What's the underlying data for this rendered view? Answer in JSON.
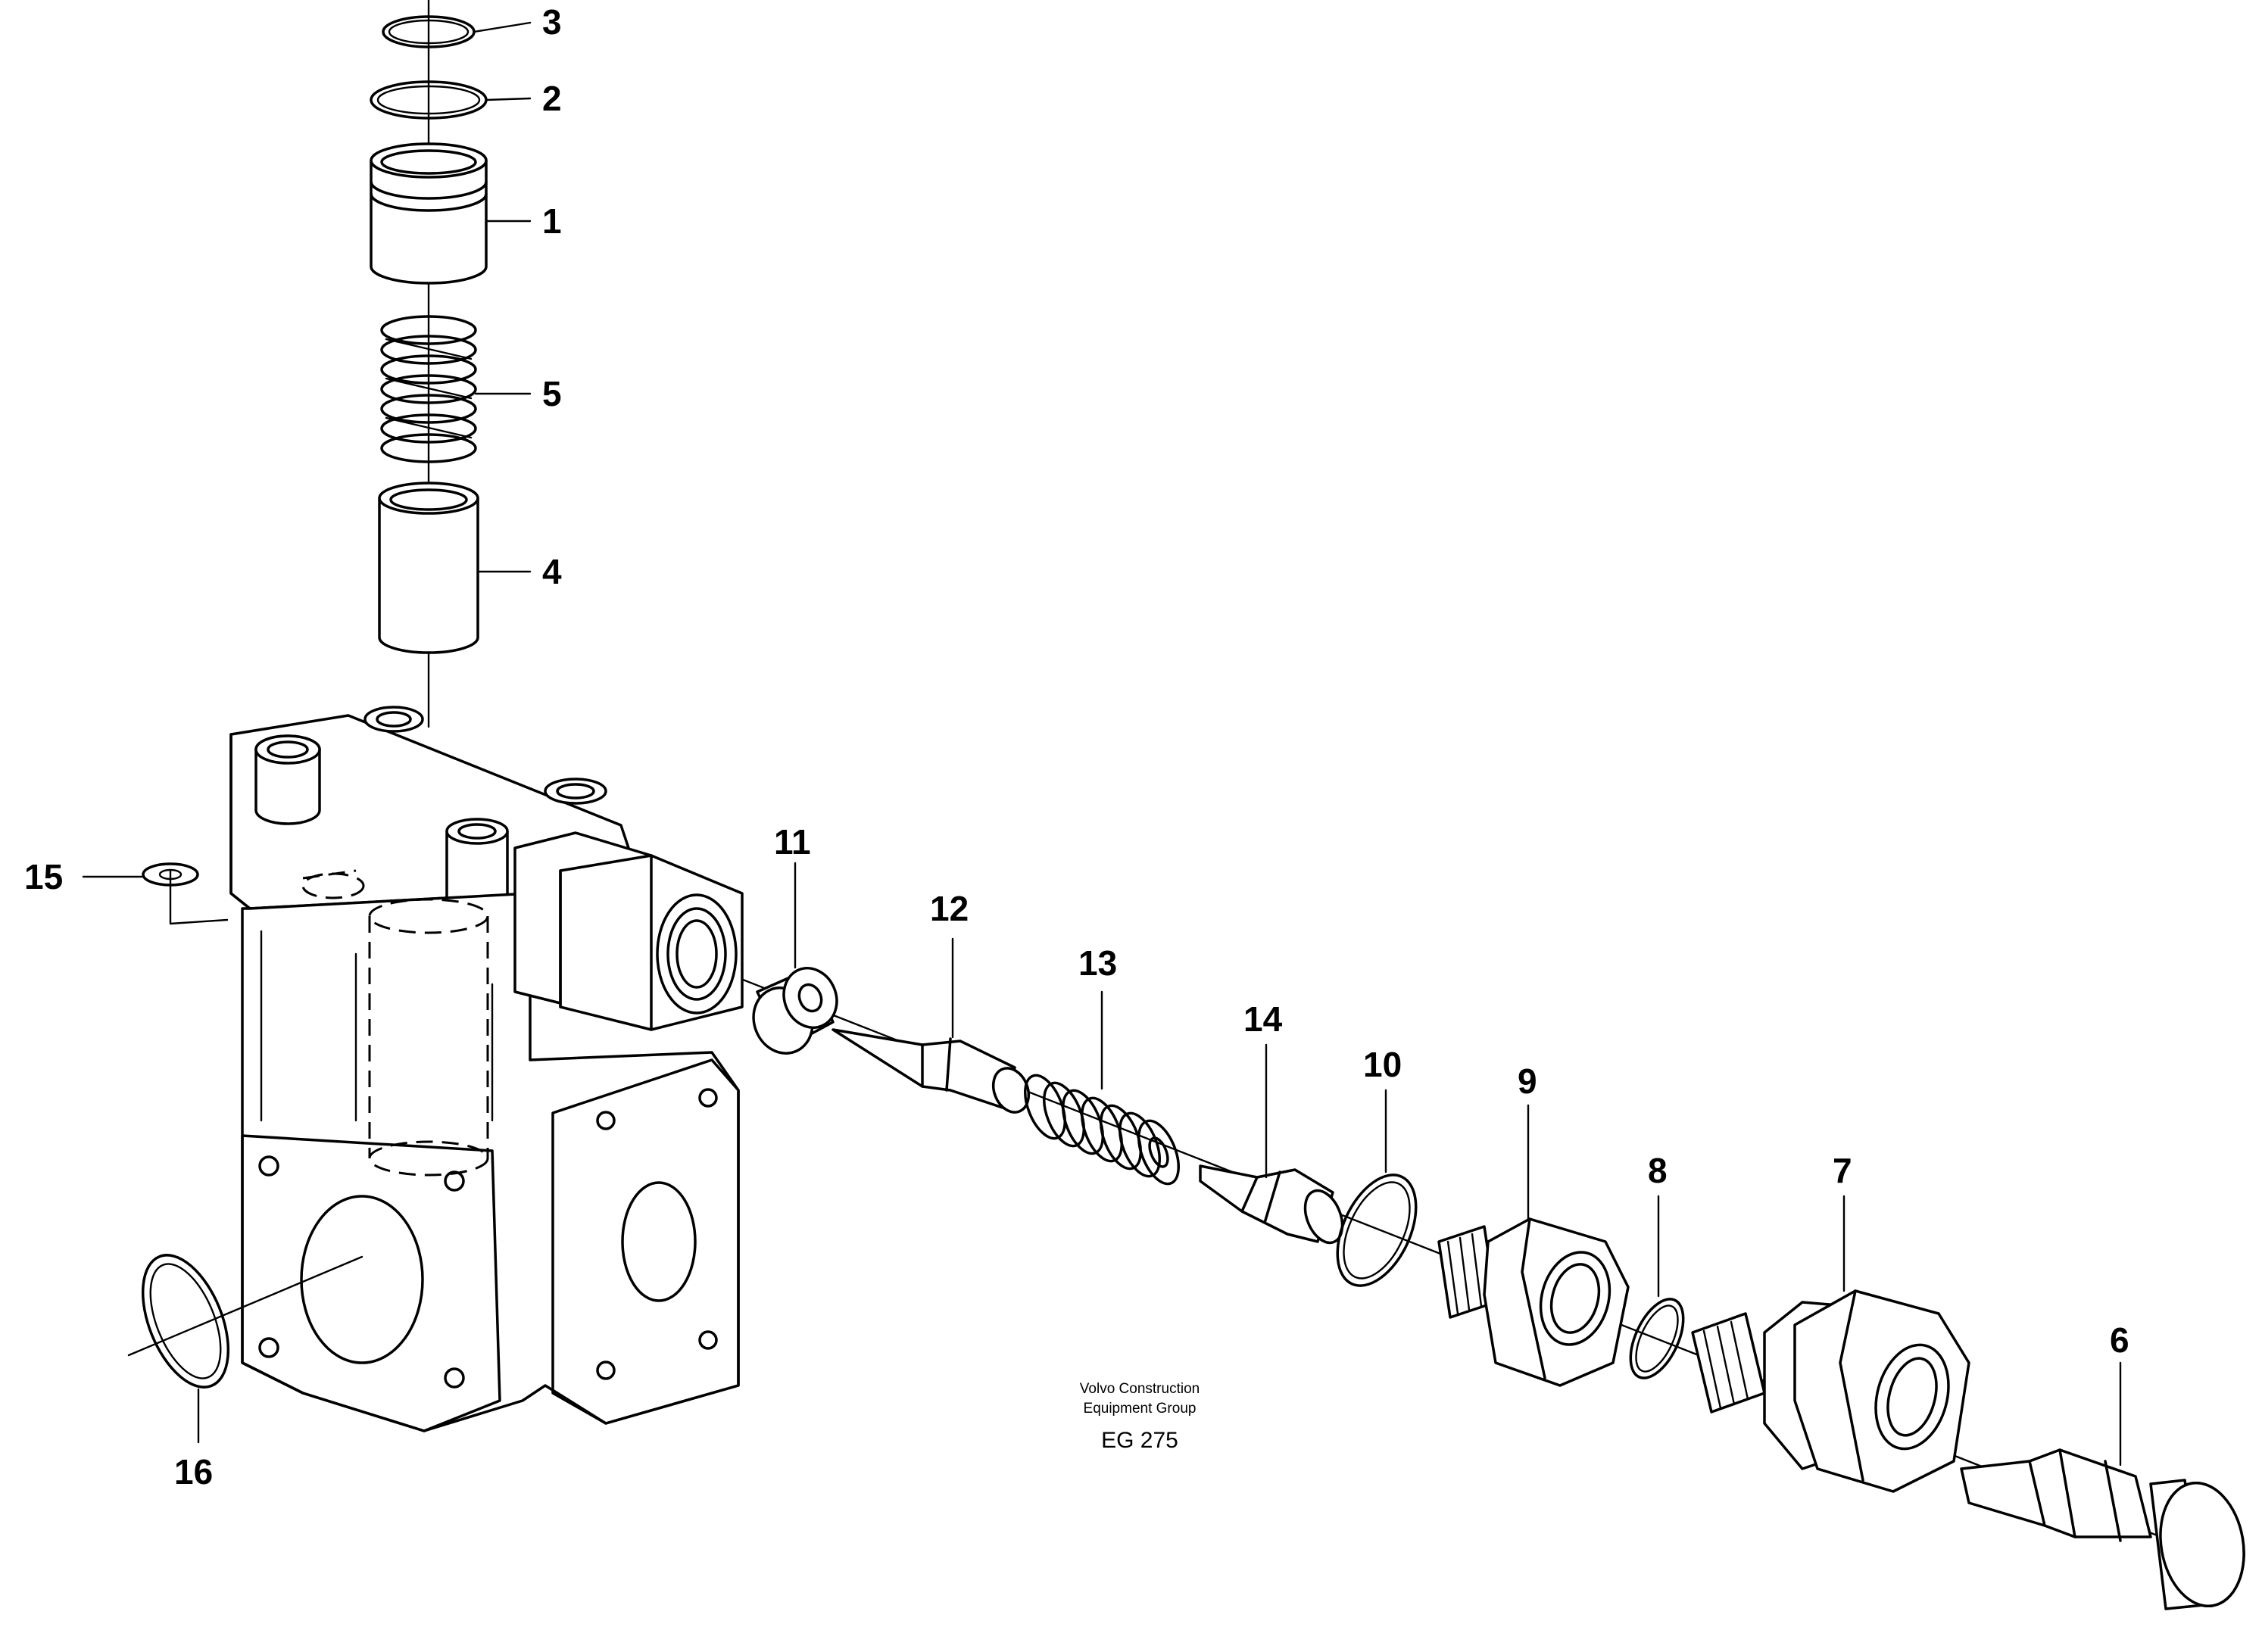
{
  "diagram": {
    "callouts": [
      {
        "id": "1",
        "text": "1"
      },
      {
        "id": "2",
        "text": "2"
      },
      {
        "id": "3",
        "text": "3"
      },
      {
        "id": "4",
        "text": "4"
      },
      {
        "id": "5",
        "text": "5"
      },
      {
        "id": "6",
        "text": "6"
      },
      {
        "id": "7",
        "text": "7"
      },
      {
        "id": "8",
        "text": "8"
      },
      {
        "id": "9",
        "text": "9"
      },
      {
        "id": "10",
        "text": "10"
      },
      {
        "id": "11",
        "text": "11"
      },
      {
        "id": "12",
        "text": "12"
      },
      {
        "id": "13",
        "text": "13"
      },
      {
        "id": "14",
        "text": "14"
      },
      {
        "id": "15",
        "text": "15"
      },
      {
        "id": "16",
        "text": "16"
      }
    ],
    "credit_line1": "Volvo Construction",
    "credit_line2": "Equipment Group",
    "drawing_code": "EG 275"
  }
}
